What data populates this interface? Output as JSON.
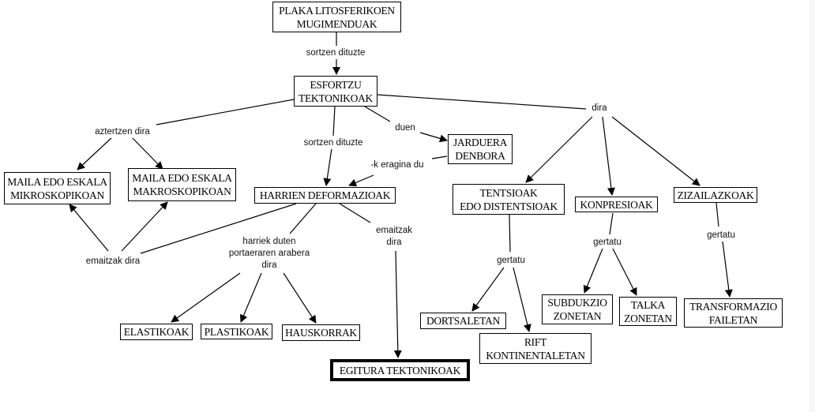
{
  "diagram": {
    "type": "concept-map",
    "nodes": [
      {
        "id": "plaka",
        "text": "PLAKA LITOSFERIKOEN\nMUGIMENDUAK"
      },
      {
        "id": "esfortzu",
        "text": "ESFORTZU\nTEKTONIKOAK"
      },
      {
        "id": "mikro",
        "text": "MAILA EDO ESKALA\nMIKROSKOPIKOAN"
      },
      {
        "id": "makro",
        "text": "MAILA EDO ESKALA\nMAKROSKOPIKOAN"
      },
      {
        "id": "jarduera",
        "text": "JARDUERA\nDENBORA"
      },
      {
        "id": "harrien",
        "text": "HARRIEN DEFORMAZIOAK"
      },
      {
        "id": "tentsioak",
        "text": "TENTSIOAK\nEDO DISTENTSIOAK"
      },
      {
        "id": "konpresioak",
        "text": "KONPRESIOAK"
      },
      {
        "id": "zizailazkoak",
        "text": "ZIZAILAZKOAK"
      },
      {
        "id": "elastikoak",
        "text": "ELASTIKOAK"
      },
      {
        "id": "plastikoak",
        "text": "PLASTIKOAK"
      },
      {
        "id": "hauskorrak",
        "text": "HAUSKORRAK"
      },
      {
        "id": "egitura",
        "text": "EGITURA TEKTONIKOAK",
        "emphasis": true
      },
      {
        "id": "dortsaletan",
        "text": "DORTSALETAN"
      },
      {
        "id": "rift",
        "text": "RIFT\nKONTINENTALETAN"
      },
      {
        "id": "subdukzio",
        "text": "SUBDUKZIO\nZONETAN"
      },
      {
        "id": "talka",
        "text": "TALKA\nZONETAN"
      },
      {
        "id": "transformazio",
        "text": "TRANSFORMAZIO\nFAILETAN"
      }
    ],
    "link_labels": [
      {
        "id": "l_sortzen1",
        "text": "sortzen dituzte"
      },
      {
        "id": "l_aztertzen",
        "text": "aztertzen dira"
      },
      {
        "id": "l_sortzen2",
        "text": "sortzen dituzte"
      },
      {
        "id": "l_duen",
        "text": "duen"
      },
      {
        "id": "l_keragina",
        "text": "-k eragina du"
      },
      {
        "id": "l_dira_top",
        "text": "dira"
      },
      {
        "id": "l_emaitzak1",
        "text": "emaitzak dira"
      },
      {
        "id": "l_portaera",
        "text": "harriek duten\nportaeraren arabera\ndira"
      },
      {
        "id": "l_emaitzak2",
        "text": "emaitzak\ndira"
      },
      {
        "id": "l_gertatu1",
        "text": "gertatu"
      },
      {
        "id": "l_gertatu2",
        "text": "gertatu"
      },
      {
        "id": "l_gertatu3",
        "text": "gertatu"
      }
    ],
    "connections": [
      [
        "plaka",
        "l_sortzen1",
        "esfortzu"
      ],
      [
        "esfortzu",
        "l_aztertzen",
        "mikro"
      ],
      [
        "esfortzu",
        "l_aztertzen",
        "makro"
      ],
      [
        "esfortzu",
        "l_sortzen2",
        "harrien"
      ],
      [
        "esfortzu",
        "l_duen",
        "jarduera"
      ],
      [
        "jarduera",
        "l_keragina",
        "harrien"
      ],
      [
        "esfortzu",
        "l_dira_top",
        "tentsioak"
      ],
      [
        "esfortzu",
        "l_dira_top",
        "konpresioak"
      ],
      [
        "esfortzu",
        "l_dira_top",
        "zizailazkoak"
      ],
      [
        "harrien",
        "l_emaitzak1",
        "mikro"
      ],
      [
        "harrien",
        "l_emaitzak1",
        "makro"
      ],
      [
        "harrien",
        "l_portaera",
        "elastikoak"
      ],
      [
        "harrien",
        "l_portaera",
        "plastikoak"
      ],
      [
        "harrien",
        "l_portaera",
        "hauskorrak"
      ],
      [
        "harrien",
        "l_emaitzak2",
        "egitura"
      ],
      [
        "tentsioak",
        "l_gertatu1",
        "dortsaletan"
      ],
      [
        "tentsioak",
        "l_gertatu1",
        "rift"
      ],
      [
        "konpresioak",
        "l_gertatu2",
        "subdukzio"
      ],
      [
        "konpresioak",
        "l_gertatu2",
        "talka"
      ],
      [
        "zizailazkoak",
        "l_gertatu3",
        "transformazio"
      ]
    ]
  }
}
